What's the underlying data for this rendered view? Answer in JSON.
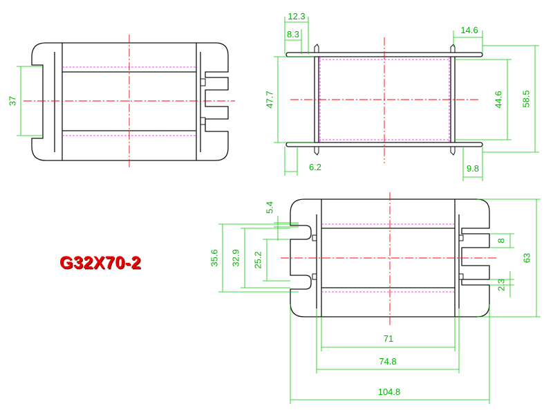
{
  "part_label": "G32X70-2",
  "colors": {
    "outline": "#111111",
    "hidden": "#ff00ff",
    "centerline": "#ff0000",
    "dimension": "#00cc00",
    "title": "#ee0000"
  },
  "dimensions": {
    "top_left_height": "37",
    "top_right_flange_top": "12.3",
    "top_right_flange_inner": "8.3",
    "top_right_right_flange": "14.6",
    "top_right_left_height": "47.7",
    "top_right_inner_height": "44.6",
    "top_right_outer_height": "58.5",
    "top_right_bottom_left": "6.2",
    "top_right_bottom_right": "9.8",
    "bottom_notch": "5.4",
    "bottom_left_outer": "35.6",
    "bottom_left_mid": "32.9",
    "bottom_left_inner": "25.2",
    "bottom_pin_spacing": "8",
    "bottom_pin_small": "2.3",
    "bottom_total_height": "63",
    "bottom_width_inner": "71",
    "bottom_width_mid": "74.8",
    "bottom_width_total": "104.8"
  }
}
